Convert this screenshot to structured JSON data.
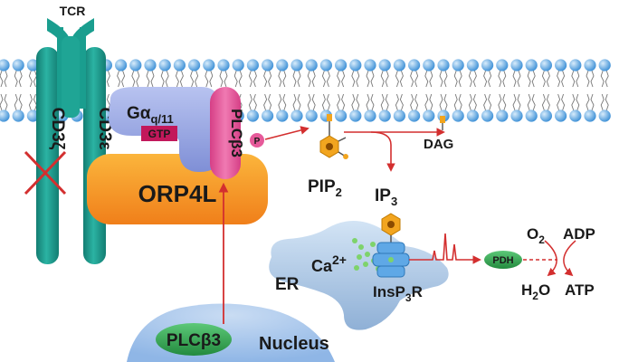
{
  "labels": {
    "tcr": "TCR",
    "cd3z": "CD3ζ",
    "cd3e": "CD3ε",
    "galpha_main": "Gα",
    "galpha_sub": "q/11",
    "gtp": "GTP",
    "plcb3_membrane": "PLCβ3",
    "phospho": "P",
    "orp4l": "ORP4L",
    "pip2_main": "PIP",
    "pip2_sub": "2",
    "dag": "DAG",
    "ip3_main": "IP",
    "ip3_sub": "3",
    "ca_main": "Ca",
    "ca_sup": "2+",
    "insp3r_a": "InsP",
    "insp3r_sub": "3",
    "insp3r_b": "R",
    "er": "ER",
    "pdh": "PDH",
    "o2_main": "O",
    "o2_sub": "2",
    "adp": "ADP",
    "h2o_a": "H",
    "h2o_sub": "2",
    "h2o_b": "O",
    "atp": "ATP",
    "plcb3_nucleus": "PLCβ3",
    "nucleus": "Nucleus"
  },
  "colors": {
    "receptor": "#1a9e8f",
    "galpha": "#9aa8e0",
    "gtp": "#c2185b",
    "plcb3": "#e65a9a",
    "orp4l": "#f7941d",
    "arrow": "#d32f2f",
    "pdh": "#2e9e4f",
    "er": "#8fb3d9",
    "nucleus": "#a9c8ec",
    "lipid_head": "#5ba7e6",
    "molecule": "#f2a51f"
  }
}
